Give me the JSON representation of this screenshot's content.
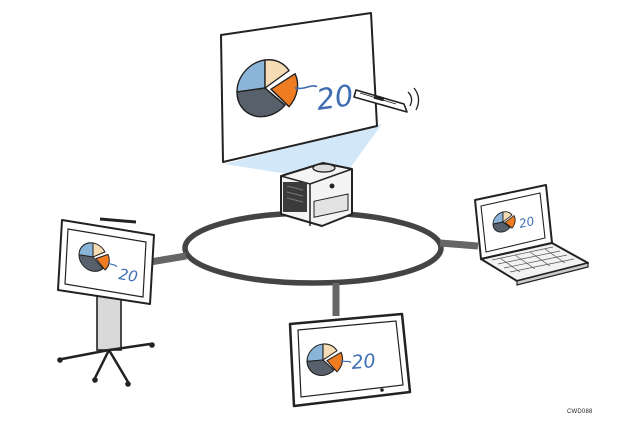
{
  "pie_label": "20",
  "figure_code": "CWD088",
  "colors": {
    "pie_slate": "#58616b",
    "pie_blue": "#8ab4d8",
    "pie_cream": "#f6dcb4",
    "pie_orange": "#f07c22",
    "chart_text": "#3f6fb2",
    "projector_beam": "#cde6f7",
    "network_ring": "#444444",
    "device_outline": "#222222"
  },
  "devices": [
    {
      "id": "whiteboard-screen",
      "icon": "projection-screen-icon"
    },
    {
      "id": "projector",
      "icon": "projector-icon"
    },
    {
      "id": "digital-pen",
      "icon": "pen-icon"
    },
    {
      "id": "interactive-display-on-stand",
      "icon": "interactive-whiteboard-icon"
    },
    {
      "id": "laptop",
      "icon": "laptop-icon"
    },
    {
      "id": "tablet-display",
      "icon": "tablet-icon"
    }
  ]
}
